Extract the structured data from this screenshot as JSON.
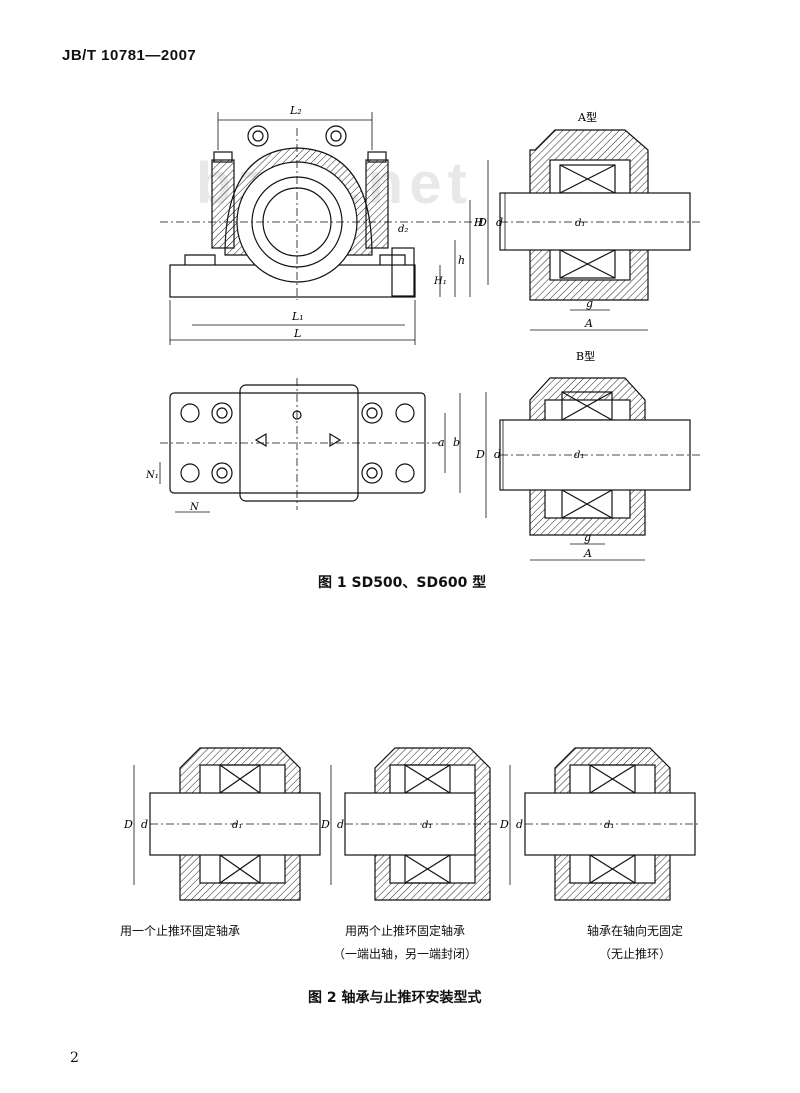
{
  "header": {
    "standard_code": "JB/T 10781—2007"
  },
  "watermark": {
    "text": "bzxz.net"
  },
  "figure1": {
    "caption": "图 1   SD500、SD600 型",
    "type_a_label": "A型",
    "type_b_label": "B型",
    "dims": {
      "L2": "L₂",
      "L1": "L₁",
      "L": "L",
      "d2": "d₂",
      "H": "H",
      "h": "h",
      "H1": "H₁",
      "D": "D",
      "d": "d",
      "d1": "d₁",
      "g": "g",
      "A": "A",
      "a": "a",
      "b": "b",
      "N1": "N₁",
      "N": "N"
    }
  },
  "figure2": {
    "caption": "图 2    轴承与止推环安装型式",
    "panels": [
      {
        "label_line1": "用一个止推环固定轴承",
        "label_line2": ""
      },
      {
        "label_line1": "用两个止推环固定轴承",
        "label_line2": "（一端出轴，另一端封闭）"
      },
      {
        "label_line1": "轴承在轴向无固定",
        "label_line2": "（无止推环）"
      }
    ]
  },
  "page_number": "2"
}
